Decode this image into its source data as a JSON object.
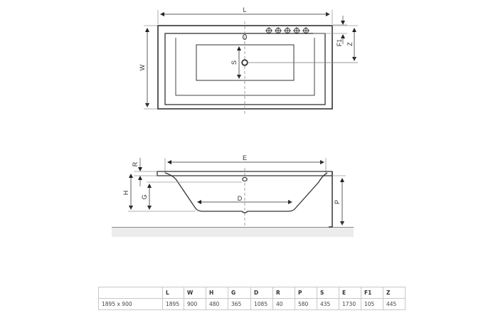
{
  "top_view": {
    "labels": {
      "length": "L",
      "width": "W",
      "f1": "F1",
      "z": "Z",
      "s": "S"
    },
    "faucet_holes": 5
  },
  "side_view": {
    "labels": {
      "e": "E",
      "r": "R",
      "h": "H",
      "g": "G",
      "d": "D",
      "p": "P"
    }
  },
  "spec_table": {
    "headers": [
      "",
      "L",
      "W",
      "H",
      "G",
      "D",
      "R",
      "P",
      "S",
      "E",
      "F1",
      "Z"
    ],
    "rows": [
      [
        "1895 x 900",
        "1895",
        "900",
        "480",
        "365",
        "1085",
        "40",
        "580",
        "435",
        "1730",
        "105",
        "445"
      ]
    ]
  }
}
